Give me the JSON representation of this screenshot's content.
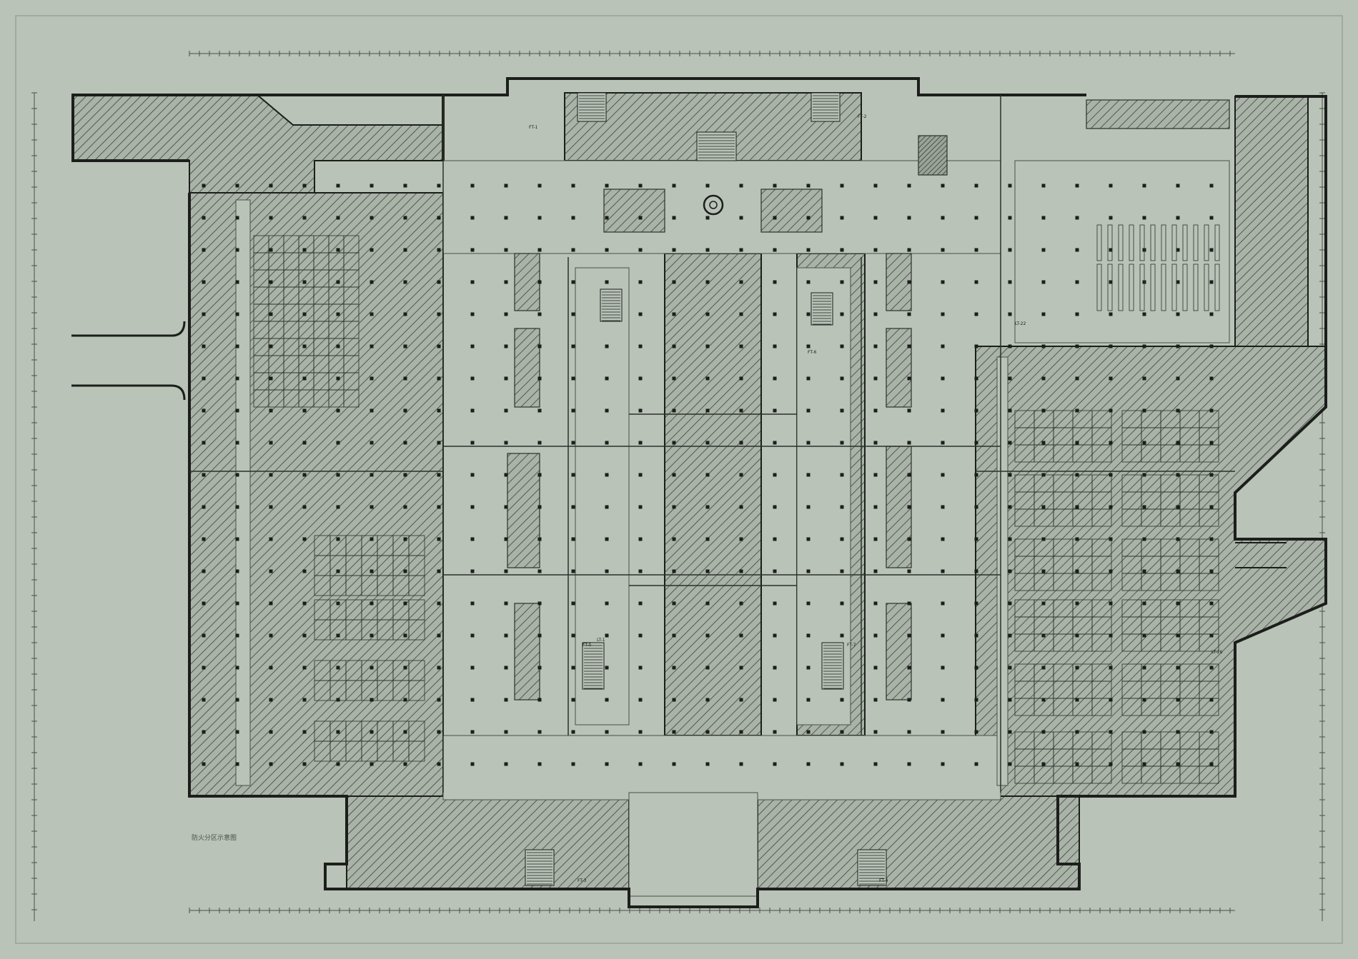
{
  "colors": {
    "background": "#b9c3b7",
    "wall": "#1c1e1c",
    "hatch": "#3c423b",
    "line": "#4a5148",
    "faint": "#7d867b"
  },
  "legend": {
    "caption": "防火分区示意图"
  },
  "labels": {
    "stair_tags": [
      "FT-1",
      "FT-2",
      "FT-3",
      "FT-4",
      "FT-5",
      "FT-6",
      "FT-7",
      "LT-1",
      "LT-22",
      "LT-26"
    ]
  }
}
